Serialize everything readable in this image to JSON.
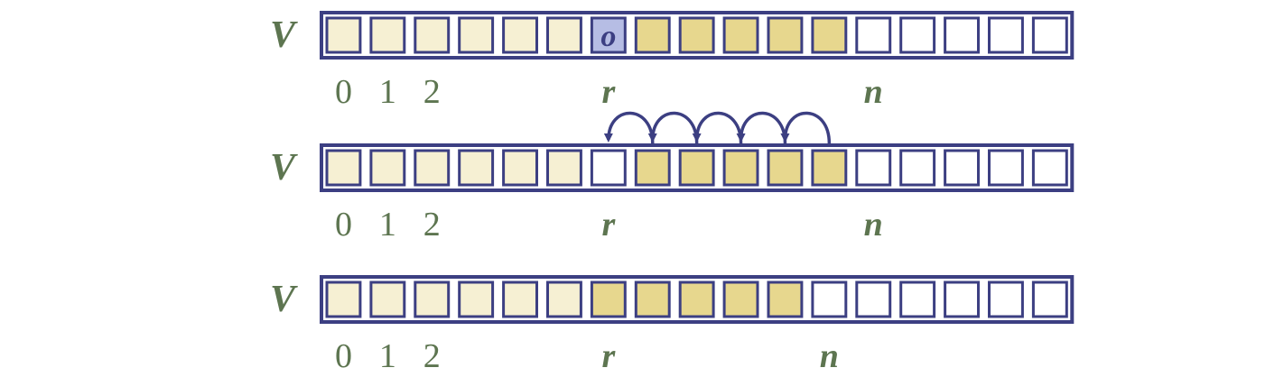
{
  "colors": {
    "stroke": "#3c3f82",
    "text": "#5d7550",
    "empty": "#ffffff",
    "filled_light": "#f6f0d3",
    "filled_dark": "#e7d78e",
    "highlight": "#b6bde4",
    "highlight_text": "#3c3f82"
  },
  "diagram": {
    "rows": [
      {
        "array_label": "V",
        "cells": [
          "light",
          "light",
          "light",
          "light",
          "light",
          "light",
          "highlight",
          "dark",
          "dark",
          "dark",
          "dark",
          "dark",
          "empty",
          "empty",
          "empty",
          "empty",
          "empty"
        ],
        "cell_texts": [
          "",
          "",
          "",
          "",
          "",
          "",
          "o",
          "",
          "",
          "",
          "",
          "",
          "",
          "",
          "",
          "",
          ""
        ],
        "index_labels": [
          {
            "text": "0",
            "cell": 0,
            "style": "normal"
          },
          {
            "text": "1",
            "cell": 1,
            "style": "normal"
          },
          {
            "text": "2",
            "cell": 2,
            "style": "normal"
          },
          {
            "text": "r",
            "cell": 6,
            "style": "bold-italic"
          },
          {
            "text": "n",
            "cell": 12,
            "style": "bold-italic"
          }
        ],
        "shift_arrows": []
      },
      {
        "array_label": "V",
        "cells": [
          "light",
          "light",
          "light",
          "light",
          "light",
          "light",
          "empty",
          "dark",
          "dark",
          "dark",
          "dark",
          "dark",
          "empty",
          "empty",
          "empty",
          "empty",
          "empty"
        ],
        "cell_texts": [
          "",
          "",
          "",
          "",
          "",
          "",
          "",
          "",
          "",
          "",
          "",
          "",
          "",
          "",
          "",
          "",
          ""
        ],
        "index_labels": [
          {
            "text": "0",
            "cell": 0,
            "style": "normal"
          },
          {
            "text": "1",
            "cell": 1,
            "style": "normal"
          },
          {
            "text": "2",
            "cell": 2,
            "style": "normal"
          },
          {
            "text": "r",
            "cell": 6,
            "style": "bold-italic"
          },
          {
            "text": "n",
            "cell": 12,
            "style": "bold-italic"
          }
        ],
        "shift_arrows": [
          {
            "from": 11,
            "to": 10
          },
          {
            "from": 10,
            "to": 9
          },
          {
            "from": 9,
            "to": 8
          },
          {
            "from": 8,
            "to": 7
          },
          {
            "from": 7,
            "to": 6
          }
        ]
      },
      {
        "array_label": "V",
        "cells": [
          "light",
          "light",
          "light",
          "light",
          "light",
          "light",
          "dark",
          "dark",
          "dark",
          "dark",
          "dark",
          "empty",
          "empty",
          "empty",
          "empty",
          "empty",
          "empty"
        ],
        "cell_texts": [
          "",
          "",
          "",
          "",
          "",
          "",
          "",
          "",
          "",
          "",
          "",
          "",
          "",
          "",
          "",
          "",
          ""
        ],
        "index_labels": [
          {
            "text": "0",
            "cell": 0,
            "style": "normal"
          },
          {
            "text": "1",
            "cell": 1,
            "style": "normal"
          },
          {
            "text": "2",
            "cell": 2,
            "style": "normal"
          },
          {
            "text": "r",
            "cell": 6,
            "style": "bold-italic"
          },
          {
            "text": "n",
            "cell": 11,
            "style": "bold-italic"
          }
        ],
        "shift_arrows": []
      }
    ]
  }
}
